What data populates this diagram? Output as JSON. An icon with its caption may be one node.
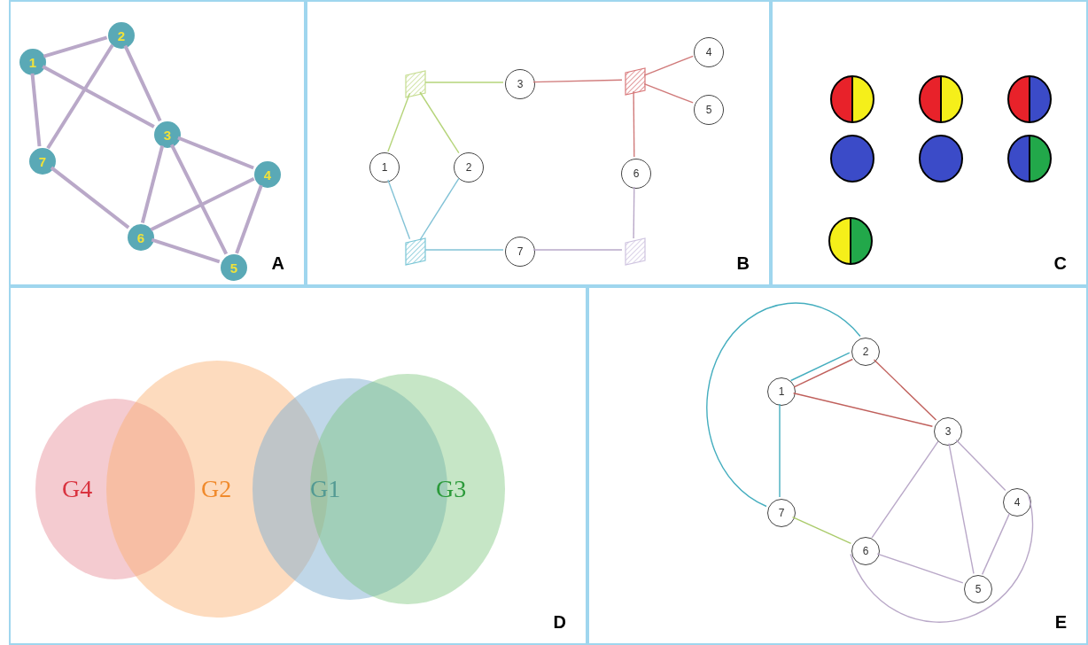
{
  "diagram": {
    "nodes": [
      {
        "text": [
          "A"
        ]
      },
      {
        "text": [
          "1"
        ],
        "in": 0
      },
      {
        "text": [
          "2"
        ],
        "in": 0
      },
      {
        "text": [
          "3"
        ],
        "in": 0
      },
      {
        "text": [
          "4"
        ],
        "in": 0
      },
      {
        "text": [
          "5"
        ],
        "in": 0
      },
      {
        "text": [
          "6"
        ],
        "in": 0
      },
      {
        "text": [
          "7"
        ],
        "in": 0
      },
      {
        "text": [
          "B"
        ]
      },
      {
        "text": [],
        "shape": "box",
        "in": 8
      },
      {
        "text": [
          "1"
        ],
        "in": 8
      },
      {
        "text": [
          "2"
        ],
        "in": 8
      },
      {
        "text": [
          "3"
        ],
        "in": 8
      },
      {
        "text": [],
        "shape": "box",
        "in": 8
      },
      {
        "text": [
          "4"
        ],
        "in": 8
      },
      {
        "text": [
          "5"
        ],
        "in": 8
      },
      {
        "text": [
          "6"
        ],
        "in": 8
      },
      {
        "text": [],
        "shape": "box",
        "in": 8
      },
      {
        "text": [
          "7"
        ],
        "in": 8
      },
      {
        "text": [],
        "shape": "box",
        "in": 8
      },
      {
        "text": [
          "C"
        ]
      },
      {
        "text": [],
        "shape": "circle",
        "in": 20
      },
      {
        "text": [],
        "shape": "circle",
        "in": 20
      },
      {
        "text": [],
        "shape": "circle",
        "in": 20
      },
      {
        "text": [],
        "shape": "circle",
        "in": 20
      },
      {
        "text": [],
        "shape": "circle",
        "in": 20
      },
      {
        "text": [],
        "shape": "circle",
        "in": 20
      },
      {
        "text": [],
        "shape": "circle",
        "in": 20
      },
      {
        "text": [
          "D"
        ]
      },
      {
        "text": [
          "G4"
        ],
        "in": 28
      },
      {
        "text": [
          "G2"
        ],
        "in": 28
      },
      {
        "text": [
          "G1"
        ],
        "in": 28
      },
      {
        "text": [
          "G3"
        ],
        "in": 28
      },
      {
        "text": [
          "E"
        ]
      },
      {
        "text": [
          "1"
        ],
        "in": 33
      },
      {
        "text": [
          "2"
        ],
        "in": 33
      },
      {
        "text": [
          "3"
        ],
        "in": 33
      },
      {
        "text": [
          "4"
        ],
        "in": 33
      },
      {
        "text": [
          "5"
        ],
        "in": 33
      },
      {
        "text": [
          "6"
        ],
        "in": 33
      },
      {
        "text": [
          "7"
        ],
        "in": 33
      }
    ],
    "edges": [
      {
        "from": 1,
        "to": 2,
        "arrow": "none",
        "style": "thick"
      },
      {
        "from": 1,
        "to": 3,
        "arrow": "none",
        "style": "thick"
      },
      {
        "from": 1,
        "to": 7,
        "arrow": "none",
        "style": "thick"
      },
      {
        "from": 2,
        "to": 7,
        "arrow": "none",
        "style": "thick"
      },
      {
        "from": 2,
        "to": 3,
        "arrow": "none",
        "style": "thick"
      },
      {
        "from": 3,
        "to": 4,
        "arrow": "none",
        "style": "thick"
      },
      {
        "from": 3,
        "to": 6,
        "arrow": "none",
        "style": "thick"
      },
      {
        "from": 3,
        "to": 5,
        "arrow": "none",
        "style": "thick"
      },
      {
        "from": 7,
        "to": 6,
        "arrow": "none",
        "style": "thick"
      },
      {
        "from": 6,
        "to": 4,
        "arrow": "none",
        "style": "thick"
      },
      {
        "from": 6,
        "to": 5,
        "arrow": "none",
        "style": "thick"
      },
      {
        "from": 4,
        "to": 5,
        "arrow": "none",
        "style": "thick"
      },
      {
        "from": 9,
        "to": 12,
        "arrow": "none",
        "color": "#b5d47a"
      },
      {
        "from": 9,
        "to": 10,
        "arrow": "none",
        "color": "#b5d47a"
      },
      {
        "from": 9,
        "to": 11,
        "arrow": "none",
        "color": "#b5d47a"
      },
      {
        "from": 12,
        "to": 13,
        "arrow": "none",
        "color": "#d07a7a"
      },
      {
        "from": 13,
        "to": 14,
        "arrow": "none",
        "color": "#d07a7a"
      },
      {
        "from": 13,
        "to": 15,
        "arrow": "none",
        "color": "#d07a7a"
      },
      {
        "from": 13,
        "to": 16,
        "arrow": "none",
        "color": "#d07a7a"
      },
      {
        "from": 10,
        "to": 17,
        "arrow": "none",
        "color": "#82c2d6"
      },
      {
        "from": 11,
        "to": 17,
        "arrow": "none",
        "color": "#82c2d6"
      },
      {
        "from": 17,
        "to": 18,
        "arrow": "none",
        "color": "#82c2d6"
      },
      {
        "from": 18,
        "to": 19,
        "arrow": "none"
      },
      {
        "from": 19,
        "to": 16,
        "arrow": "none"
      },
      {
        "from": 34,
        "to": 35,
        "arrow": "none",
        "color": "#c0605c"
      },
      {
        "from": 34,
        "to": 35,
        "arrow": "none",
        "color": "#45aebf"
      },
      {
        "from": 34,
        "to": 36,
        "arrow": "none",
        "color": "#c0605c"
      },
      {
        "from": 35,
        "to": 36,
        "arrow": "none",
        "color": "#c0605c"
      },
      {
        "from": 35,
        "to": 40,
        "arrow": "none",
        "color": "#45aebf"
      },
      {
        "from": 34,
        "to": 40,
        "arrow": "none",
        "color": "#45aebf"
      },
      {
        "from": 40,
        "to": 39,
        "arrow": "none",
        "color": "#aacb6a"
      },
      {
        "from": 39,
        "to": 36,
        "arrow": "none"
      },
      {
        "from": 36,
        "to": 38,
        "arrow": "none"
      },
      {
        "from": 36,
        "to": 37,
        "arrow": "none"
      },
      {
        "from": 37,
        "to": 38,
        "arrow": "none"
      },
      {
        "from": 39,
        "to": 38,
        "arrow": "none"
      },
      {
        "from": 39,
        "to": 37,
        "arrow": "none"
      }
    ]
  }
}
